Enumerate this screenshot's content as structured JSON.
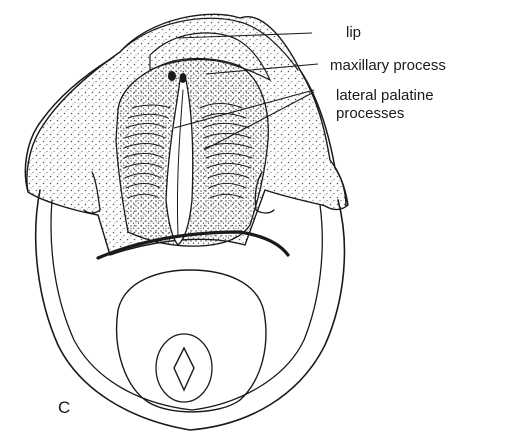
{
  "labels": {
    "lip": "lip",
    "maxillary_process": "maxillary process",
    "lateral_palatine_line1": "lateral palatine",
    "lateral_palatine_line2": "processes"
  },
  "panel_letter": "C",
  "colors": {
    "ink": "#1a1a1a",
    "stipple": "#555555",
    "background": "#ffffff"
  }
}
